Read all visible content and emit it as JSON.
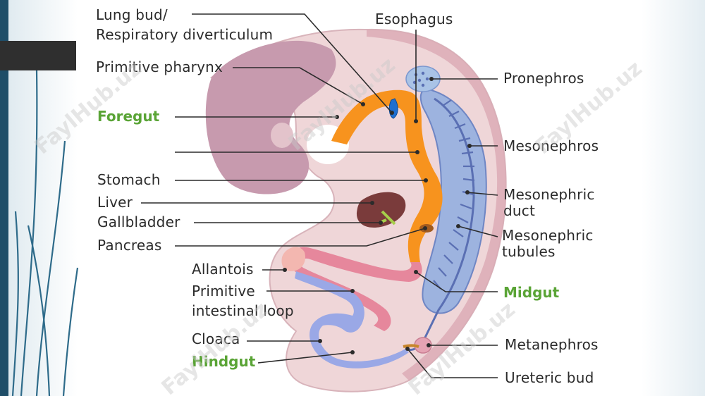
{
  "labels": {
    "lung_bud_1": "Lung bud/",
    "lung_bud_2": "Respiratory diverticulum",
    "primitive_pharynx": "Primitive pharynx",
    "foregut": "Foregut",
    "stomach": "Stomach",
    "liver": "Liver",
    "gallbladder": "Gallbladder",
    "pancreas": "Pancreas",
    "allantois": "Allantois",
    "primitive_intestinal_loop_1": "Primitive",
    "primitive_intestinal_loop_2": "intestinal loop",
    "cloaca": "Cloaca",
    "hindgut": "Hindgut",
    "esophagus": "Esophagus",
    "pronephros": "Pronephros",
    "mesonephros": "Mesonephros",
    "mesonephric_duct_1": "Mesonephric",
    "mesonephric_duct_2": "duct",
    "mesonephric_tubules_1": "Mesonephric",
    "mesonephric_tubules_2": "tubules",
    "midgut": "Midgut",
    "metanephros": "Metanephros",
    "ureteric_bud": "Ureteric bud"
  },
  "watermark": "FaylHub.uz",
  "colors": {
    "accent_green": "#5aa436",
    "embryo_body": "#efd6d8",
    "head": "#c79aae",
    "foregut_orange": "#f7931e",
    "midgut_pink": "#e6879c",
    "hindgut_blue": "#9aa8e6",
    "mesonephros_blue": "#8fa6d6",
    "liver_brown": "#7a3b3b",
    "slide_bar": "#1f4e68"
  }
}
